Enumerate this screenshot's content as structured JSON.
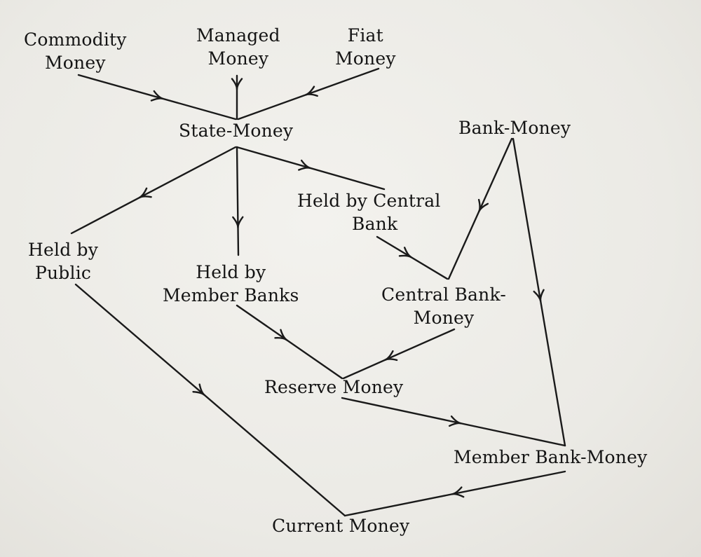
{
  "nodes": {
    "commodity_money": [
      "Commodity",
      "Money"
    ],
    "managed_money": [
      "Managed",
      "Money"
    ],
    "fiat_money": [
      "Fiat",
      "Money"
    ],
    "state_money": [
      "State-Money"
    ],
    "bank_money": [
      "Bank-Money"
    ],
    "held_by_central_bank": [
      "Held by Central",
      "Bank"
    ],
    "held_by_public": [
      "Held by",
      "Public"
    ],
    "held_by_member_banks": [
      "Held by",
      "Member Banks"
    ],
    "central_bank_money": [
      "Central Bank-",
      "Money"
    ],
    "reserve_money": [
      "Reserve Money"
    ],
    "member_bank_money": [
      "Member Bank-Money"
    ],
    "current_money": [
      "Current Money"
    ]
  },
  "edges": [
    {
      "from": "commodity_money",
      "to": "state_money"
    },
    {
      "from": "managed_money",
      "to": "state_money"
    },
    {
      "from": "fiat_money",
      "to": "state_money"
    },
    {
      "from": "state_money",
      "to": "held_by_public"
    },
    {
      "from": "state_money",
      "to": "held_by_member_banks"
    },
    {
      "from": "state_money",
      "to": "held_by_central_bank"
    },
    {
      "from": "held_by_central_bank",
      "to": "central_bank_money"
    },
    {
      "from": "bank_money",
      "to": "central_bank_money"
    },
    {
      "from": "bank_money",
      "to": "member_bank_money"
    },
    {
      "from": "held_by_member_banks",
      "to": "reserve_money"
    },
    {
      "from": "central_bank_money",
      "to": "reserve_money"
    },
    {
      "from": "reserve_money",
      "to": "member_bank_money"
    },
    {
      "from": "held_by_public",
      "to": "current_money"
    },
    {
      "from": "member_bank_money",
      "to": "current_money"
    }
  ],
  "colors": {
    "ink": "#1a1a1a",
    "paper": "#efeeea"
  }
}
